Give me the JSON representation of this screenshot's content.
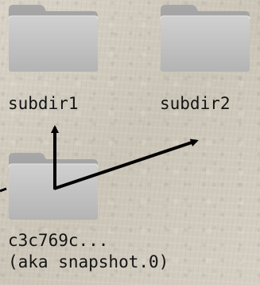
{
  "folders": [
    {
      "id": "subdir1",
      "label": "subdir1"
    },
    {
      "id": "subdir2",
      "label": "subdir2"
    },
    {
      "id": "snapshot",
      "label_line1": "c3c769c...",
      "label_line2": "(aka snapshot.0)"
    }
  ],
  "colors": {
    "folder_back": "#9a9a9a",
    "folder_front": "#c4c4c4",
    "arrow": "#000000"
  }
}
